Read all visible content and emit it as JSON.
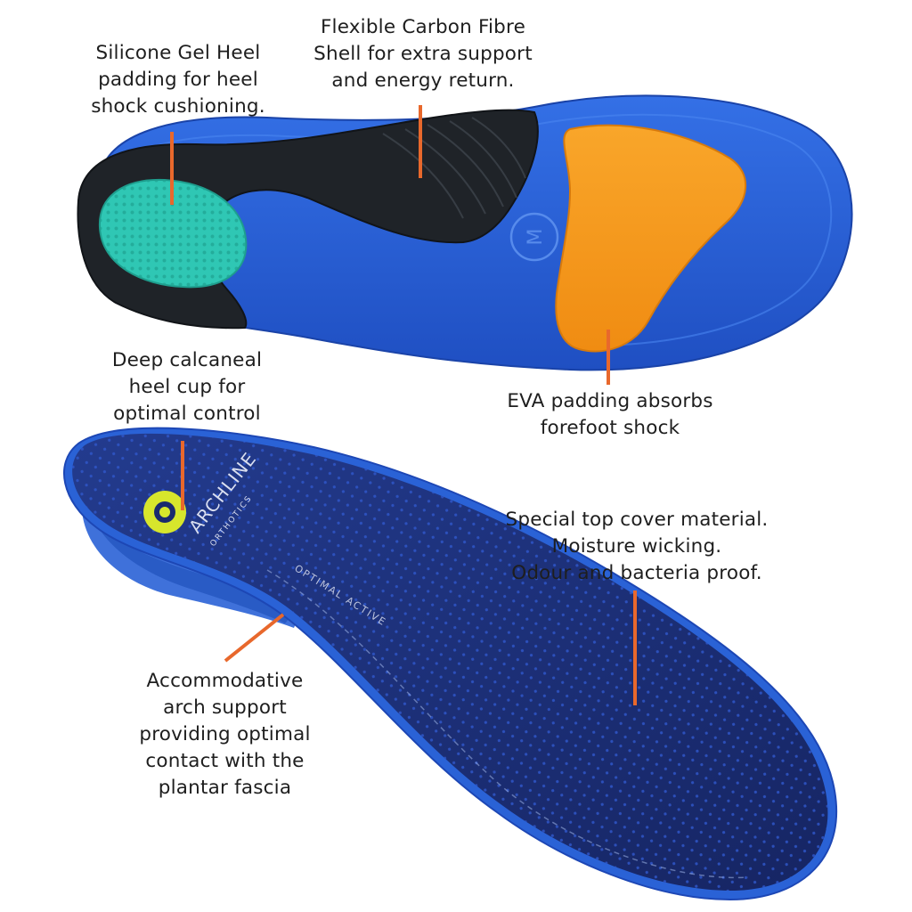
{
  "colors": {
    "background": "#ffffff",
    "leader_line": "#e8682c",
    "text": "#1e1e1e",
    "sole_blue": "#2a62d6",
    "sole_blue_edge": "#1d47b5",
    "carbon_shell": "#1f2328",
    "gel_heel": "#2fc7b4",
    "eva_pad": "#f79a1e",
    "top_cover": "#1a2a6e",
    "top_cover_dots": "#2f56c8",
    "logo_yellow": "#d7e62c"
  },
  "icons": {
    "size_mark": "circle-m-icon",
    "brand_badge": "archline-badge-icon"
  },
  "brand": {
    "name": "ARCHLINE",
    "size_mark": "M",
    "side_print": "ORTHOTICS",
    "side_print_2": "OPTIMAL ACTIVE"
  },
  "callouts": {
    "heel_gel": {
      "lines": [
        "Silicone Gel Heel",
        "padding for heel",
        "shock cushioning."
      ]
    },
    "carbon": {
      "lines": [
        "Flexible Carbon Fibre",
        "Shell for extra support",
        "and energy return."
      ]
    },
    "eva": {
      "lines": [
        "EVA padding absorbs",
        "forefoot shock"
      ]
    },
    "heel_cup": {
      "lines": [
        "Deep calcaneal",
        "heel cup for",
        "optimal control"
      ]
    },
    "top_cover": {
      "lines": [
        "Special top cover material.",
        "Moisture wicking.",
        "Odour and bacteria proof."
      ]
    },
    "arch": {
      "lines": [
        "Accommodative",
        "arch support",
        "providing optimal",
        "contact with the",
        "plantar fascia"
      ]
    }
  }
}
